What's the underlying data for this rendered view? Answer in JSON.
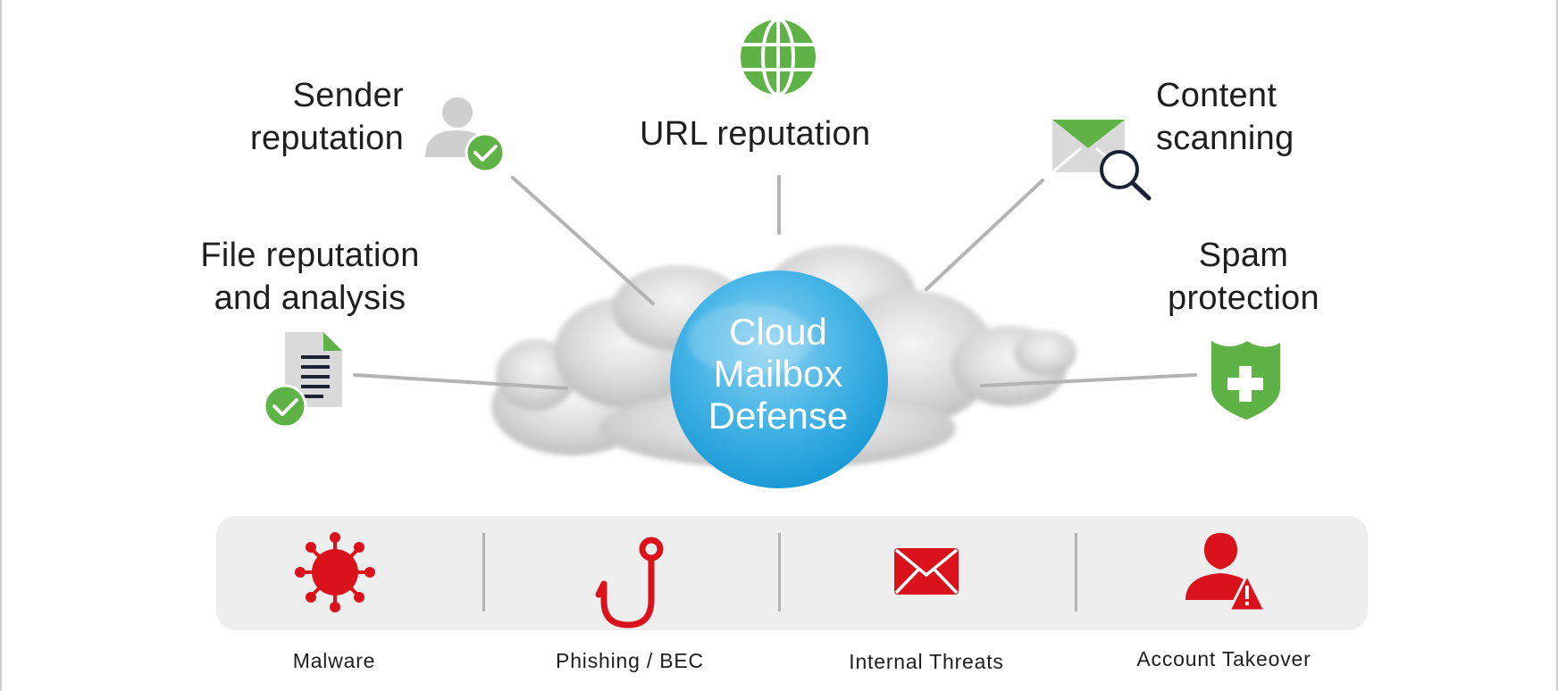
{
  "center": {
    "line1": "Cloud",
    "line2": "Mailbox",
    "line3": "Defense"
  },
  "capabilities": {
    "sender": {
      "line1": "Sender",
      "line2": "reputation",
      "icon": "user-check-icon"
    },
    "url": {
      "label": "URL reputation",
      "icon": "globe-icon"
    },
    "content": {
      "line1": "Content",
      "line2": "scanning",
      "icon": "envelope-magnifier-icon"
    },
    "file": {
      "line1": "File reputation",
      "line2": "and analysis",
      "icon": "document-check-icon"
    },
    "spam": {
      "line1": "Spam",
      "line2": "protection",
      "icon": "shield-plus-icon"
    }
  },
  "threats": [
    {
      "label": "Malware",
      "icon": "virus-icon"
    },
    {
      "label": "Phishing / BEC",
      "icon": "fishhook-icon"
    },
    {
      "label": "Internal Threats",
      "icon": "envelope-icon"
    },
    {
      "label": "Account Takeover",
      "icon": "user-warning-icon"
    }
  ],
  "colors": {
    "capability_green": "#5fb246",
    "circle_blue": "#1aa0dc",
    "threat_red": "#d9121c",
    "connector_gray": "#b4b4b4",
    "threat_bar_bg": "#eeeeee"
  }
}
